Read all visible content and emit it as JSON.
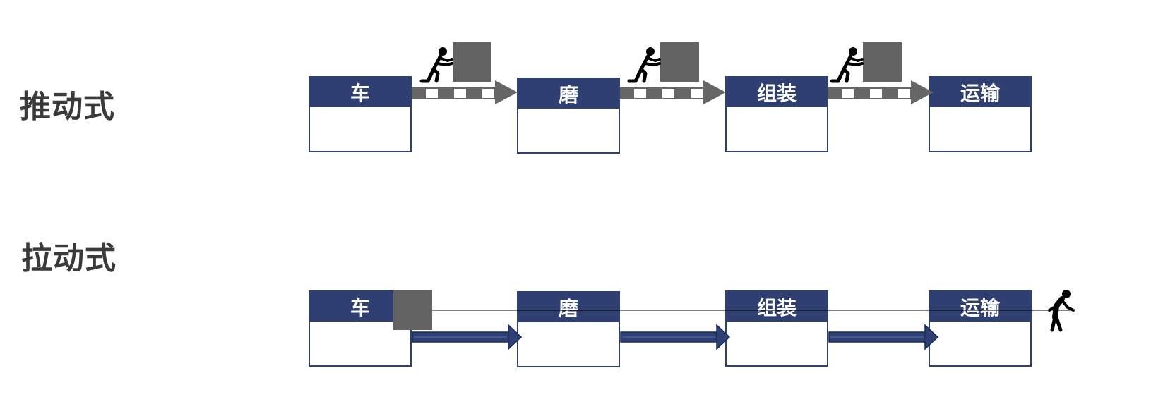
{
  "rows": [
    {
      "id": "push",
      "label": "推动式",
      "stations": [
        "车",
        "磨",
        "组装",
        "运输"
      ]
    },
    {
      "id": "pull",
      "label": "拉动式",
      "stations": [
        "车",
        "磨",
        "组装",
        "运输"
      ]
    }
  ],
  "colors": {
    "header": "#2f3f72",
    "border": "#2e3f73",
    "conveyor": "#666666",
    "box": "#636363",
    "pull_arrow": "#2e3f73",
    "text_label": "#3a3a3a"
  },
  "icons": {
    "pusher": "person-pushing-icon",
    "puller": "person-pulling-icon",
    "box": "box-icon"
  }
}
